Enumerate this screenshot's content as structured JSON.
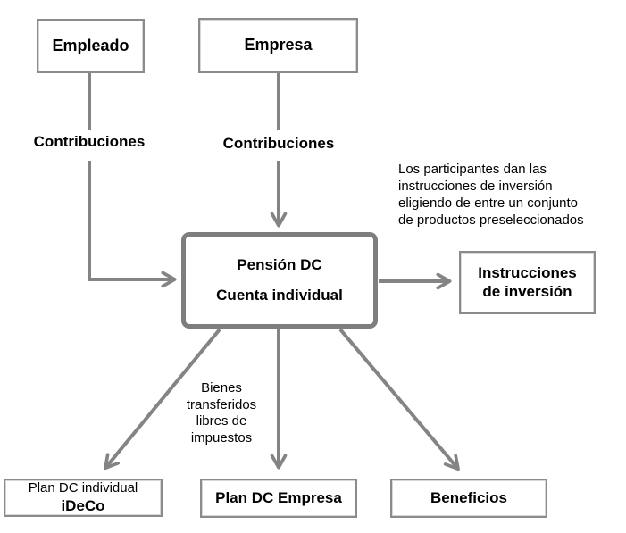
{
  "diagram": {
    "background_color": "#ffffff",
    "line_color": "#848484",
    "box_border_color": "#8b8b8b",
    "central_box_border_color": "#7e7e7e",
    "text_color": "#000000"
  },
  "nodes": {
    "empleado": {
      "label": "Empleado"
    },
    "empresa": {
      "label": "Empresa"
    },
    "pension": {
      "line1": "Pensión DC",
      "line2": "Cuenta individual"
    },
    "instrucciones": {
      "line1": "Instrucciones",
      "line2": "de inversión"
    },
    "ideco": {
      "line1": "Plan DC individual",
      "line2": "iDeCo"
    },
    "plan_dc_empresa": {
      "label": "Plan DC Empresa"
    },
    "beneficios": {
      "label": "Beneficios"
    }
  },
  "labels": {
    "contribuciones_empleado": "Contribuciones",
    "contribuciones_empresa": "Contribuciones",
    "investment_note": "Los participantes dan las\ninstrucciones de inversión\neligiendo de entre un conjunto\nde productos preseleccionados",
    "tax_free_note": "Bienes\ntransferidos\nlibres de\nimpuestos"
  },
  "edges": [
    {
      "from": "Empleado",
      "to": "Pensión DC Cuenta individual",
      "label": "Contribuciones"
    },
    {
      "from": "Empresa",
      "to": "Pensión DC Cuenta individual",
      "label": "Contribuciones"
    },
    {
      "from": "Pensión DC Cuenta individual",
      "to": "Instrucciones de inversión",
      "label": ""
    },
    {
      "from": "Pensión DC Cuenta individual",
      "to": "Plan DC individual iDeCo",
      "label": "Bienes transferidos libres de impuestos"
    },
    {
      "from": "Pensión DC Cuenta individual",
      "to": "Plan DC Empresa",
      "label": ""
    },
    {
      "from": "Pensión DC Cuenta individual",
      "to": "Beneficios",
      "label": ""
    }
  ]
}
